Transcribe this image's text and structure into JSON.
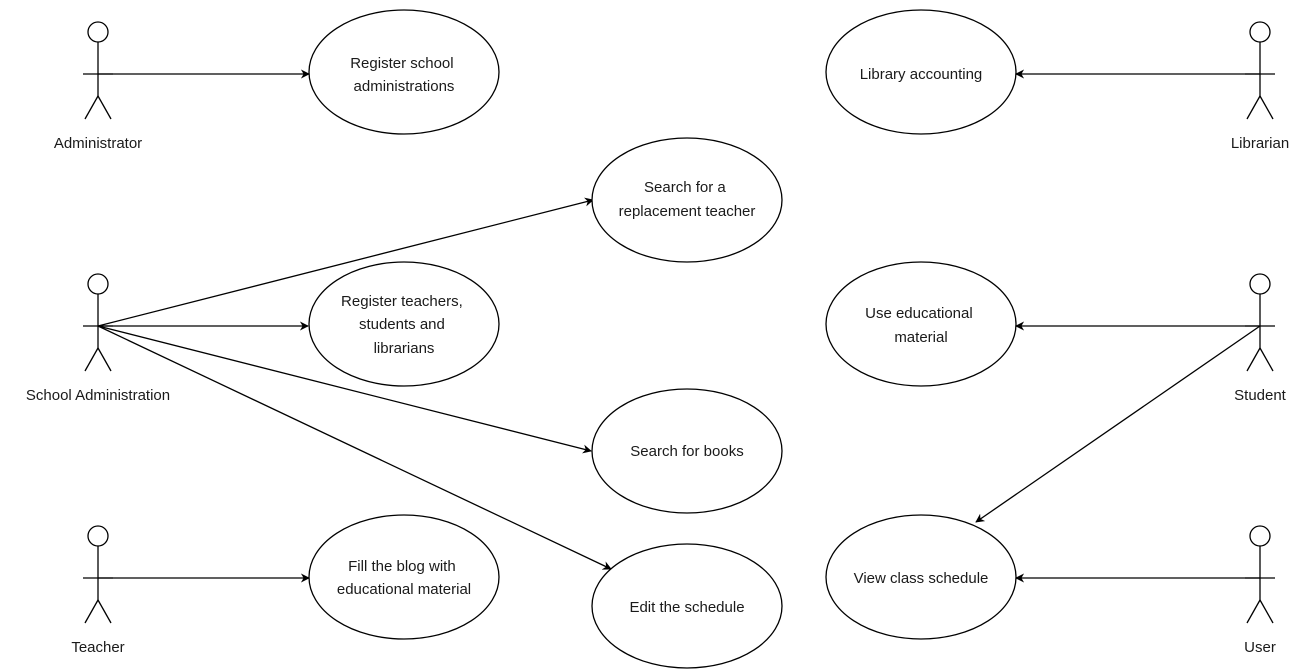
{
  "diagram": {
    "type": "use-case",
    "actors": {
      "administrator": "Administrator",
      "school_administration": "School Administration",
      "teacher": "Teacher",
      "librarian": "Librarian",
      "student": "Student",
      "user": "User"
    },
    "use_cases": {
      "register_school_administrations": [
        "Register school",
        "administrations"
      ],
      "search_replacement_teacher": [
        "Search for a",
        "replacement teacher"
      ],
      "register_teachers_students_librarians": [
        "Register teachers,",
        "students and",
        "librarians"
      ],
      "search_books": [
        "Search for books"
      ],
      "fill_blog": [
        "Fill the blog with",
        "educational material"
      ],
      "edit_schedule": [
        "Edit the schedule"
      ],
      "library_accounting": [
        "Library accounting"
      ],
      "use_educational_material": [
        "Use educational",
        "material"
      ],
      "view_class_schedule": [
        "View class schedule"
      ]
    },
    "associations": [
      {
        "from": "administrator",
        "to": "register_school_administrations"
      },
      {
        "from": "school_administration",
        "to": "search_replacement_teacher"
      },
      {
        "from": "school_administration",
        "to": "register_teachers_students_librarians"
      },
      {
        "from": "school_administration",
        "to": "search_books"
      },
      {
        "from": "school_administration",
        "to": "edit_schedule"
      },
      {
        "from": "teacher",
        "to": "fill_blog"
      },
      {
        "from": "librarian",
        "to": "library_accounting"
      },
      {
        "from": "student",
        "to": "use_educational_material"
      },
      {
        "from": "student",
        "to": "view_class_schedule"
      },
      {
        "from": "user",
        "to": "view_class_schedule"
      }
    ]
  }
}
